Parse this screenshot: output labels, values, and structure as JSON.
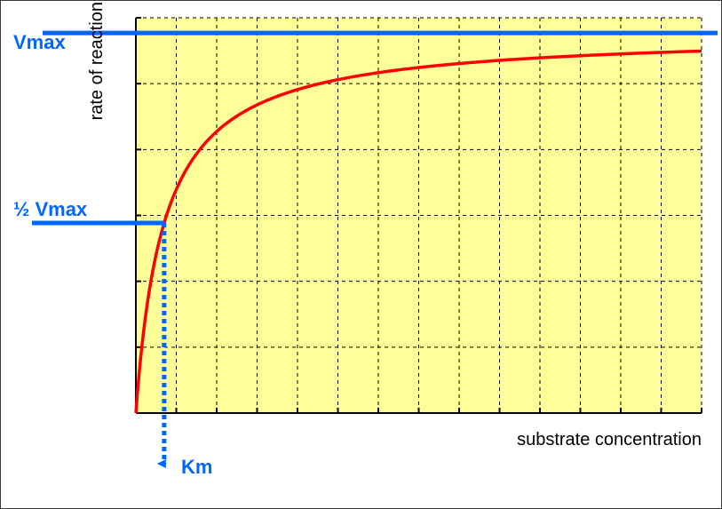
{
  "chart_data": {
    "type": "line",
    "xlabel": "substrate concentration",
    "ylabel": "rate of reaction",
    "colors": {
      "curve": "#ff0000",
      "reference": "#0066ff",
      "plot_background": "#ffff99",
      "grid": "#000000"
    },
    "grid": true,
    "gridlines": {
      "vertical": 14,
      "horizontal": 6
    },
    "curve": {
      "name": "",
      "equation": "michaelis-menten",
      "vmax": 1.0,
      "km": 0.05,
      "x_range": [
        0,
        1
      ],
      "y_range": [
        0,
        1.04
      ]
    },
    "annotations": [
      {
        "text": "Vmax",
        "type": "horizontal-line",
        "y": 1.0
      },
      {
        "text": "½ Vmax",
        "type": "horizontal-line",
        "y": 0.5
      },
      {
        "text": "Km",
        "type": "dotted-arrow-down",
        "x": 0.05
      }
    ]
  }
}
